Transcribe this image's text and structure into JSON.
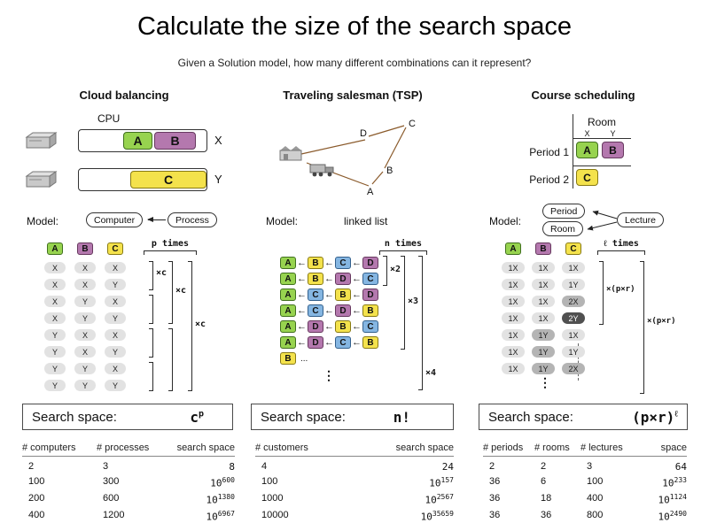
{
  "page": {
    "title": "Calculate the size of the search space",
    "subtitle": "Given a Solution model, how many different combinations can it represent?"
  },
  "chip_colors": {
    "green": {
      "bg": "#97d34f",
      "border": "#41701f"
    },
    "purple": {
      "bg": "#b478ae",
      "border": "#67395f"
    },
    "yellow": {
      "bg": "#f4e24c",
      "border": "#887a14"
    },
    "blue": {
      "bg": "#85b6e2",
      "border": "#33608c"
    }
  },
  "cloud": {
    "header": "Cloud balancing",
    "cpu_label": "CPU",
    "machines": [
      {
        "label": "X",
        "chips": [
          {
            "text": "A",
            "color": "green"
          },
          {
            "text": "B",
            "color": "purple"
          }
        ]
      },
      {
        "label": "Y",
        "chips": [
          {
            "text": "C",
            "color": "yellow"
          }
        ]
      }
    ],
    "model_label": "Model:",
    "model_boxes": [
      "Computer",
      "Process"
    ],
    "grid_header": [
      {
        "text": "A",
        "color": "green"
      },
      {
        "text": "B",
        "color": "purple"
      },
      {
        "text": "C",
        "color": "yellow"
      }
    ],
    "grid_rows": [
      [
        "X",
        "X",
        "X"
      ],
      [
        "X",
        "X",
        "Y"
      ],
      [
        "X",
        "Y",
        "X"
      ],
      [
        "X",
        "Y",
        "Y"
      ],
      [
        "Y",
        "X",
        "X"
      ],
      [
        "Y",
        "X",
        "Y"
      ],
      [
        "Y",
        "Y",
        "X"
      ],
      [
        "Y",
        "Y",
        "Y"
      ]
    ],
    "p_times": "p times",
    "multipliers": [
      "×c",
      "×c",
      "×c"
    ],
    "search_label": "Search space:",
    "formula": {
      "base": "c",
      "sup": "p"
    },
    "table": {
      "headers": [
        "# computers",
        "# processes",
        "search space"
      ],
      "rows": [
        {
          "cells": [
            "2",
            "3"
          ],
          "space": {
            "text": "8"
          }
        },
        {
          "cells": [
            "100",
            "300"
          ],
          "space": {
            "base": "10",
            "exp": "600"
          }
        },
        {
          "cells": [
            "200",
            "600"
          ],
          "space": {
            "base": "10",
            "exp": "1380"
          }
        },
        {
          "cells": [
            "400",
            "1200"
          ],
          "space": {
            "base": "10",
            "exp": "6967"
          }
        }
      ]
    }
  },
  "tsp": {
    "header": "Traveling salesman (TSP)",
    "map_nodes": [
      "A",
      "B",
      "C",
      "D"
    ],
    "model_label": "Model:",
    "model_value": "linked list",
    "arrow": "←",
    "colors": {
      "A": "green",
      "B": "yellow",
      "C": "blue",
      "D": "purple"
    },
    "chain_rows": [
      [
        "A",
        "B",
        "C",
        "D"
      ],
      [
        "A",
        "B",
        "D",
        "C"
      ],
      [
        "A",
        "C",
        "B",
        "D"
      ],
      [
        "A",
        "C",
        "D",
        "B"
      ],
      [
        "A",
        "D",
        "B",
        "C"
      ],
      [
        "A",
        "D",
        "C",
        "B"
      ]
    ],
    "last_row": {
      "chip": "B",
      "ellipsis": "..."
    },
    "vdots": "⋮",
    "n_times": "n times",
    "multipliers": [
      "×2",
      "×3",
      "×4"
    ],
    "search_label": "Search space:",
    "formula": {
      "base": "n!",
      "sup": ""
    },
    "table": {
      "headers": [
        "# customers",
        "search space"
      ],
      "rows": [
        {
          "cells": [
            "4"
          ],
          "space": {
            "text": "24"
          }
        },
        {
          "cells": [
            "100"
          ],
          "space": {
            "base": "10",
            "exp": "157"
          }
        },
        {
          "cells": [
            "1000"
          ],
          "space": {
            "base": "10",
            "exp": "2567"
          }
        },
        {
          "cells": [
            "10000"
          ],
          "space": {
            "base": "10",
            "exp": "35659"
          }
        }
      ]
    }
  },
  "course": {
    "header": "Course scheduling",
    "room_label": "Room",
    "room_cols": [
      "X",
      "Y"
    ],
    "periods": [
      {
        "label": "Period 1",
        "chips": [
          {
            "text": "A",
            "color": "green"
          },
          {
            "text": "B",
            "color": "purple"
          }
        ]
      },
      {
        "label": "Period 2",
        "chips": [
          {
            "text": "C",
            "color": "yellow"
          }
        ]
      }
    ],
    "model_label": "Model:",
    "model_boxes": [
      "Period",
      "Room",
      "Lecture"
    ],
    "grid_header": [
      {
        "text": "A",
        "color": "green"
      },
      {
        "text": "B",
        "color": "purple"
      },
      {
        "text": "C",
        "color": "yellow"
      }
    ],
    "grid_rows": [
      [
        {
          "t": "1X",
          "s": "l"
        },
        {
          "t": "1X",
          "s": "l"
        },
        {
          "t": "1X",
          "s": "l"
        }
      ],
      [
        {
          "t": "1X",
          "s": "l"
        },
        {
          "t": "1X",
          "s": "l"
        },
        {
          "t": "1Y",
          "s": "l"
        }
      ],
      [
        {
          "t": "1X",
          "s": "l"
        },
        {
          "t": "1X",
          "s": "l"
        },
        {
          "t": "2X",
          "s": "m"
        }
      ],
      [
        {
          "t": "1X",
          "s": "l"
        },
        {
          "t": "1X",
          "s": "l"
        },
        {
          "t": "2Y",
          "s": "d"
        }
      ],
      [
        {
          "t": "1X",
          "s": "l"
        },
        {
          "t": "1Y",
          "s": "m"
        },
        {
          "t": "1X",
          "s": "l"
        }
      ],
      [
        {
          "t": "1X",
          "s": "l"
        },
        {
          "t": "1Y",
          "s": "m"
        },
        {
          "t": "1Y",
          "s": "l"
        }
      ],
      [
        {
          "t": "1X",
          "s": "l"
        },
        {
          "t": "1Y",
          "s": "m"
        },
        {
          "t": "2X",
          "s": "m"
        }
      ]
    ],
    "vdots": "⋮",
    "l_times": "ℓ times",
    "multipliers": [
      "×(p×r)",
      "×(p×r)"
    ],
    "search_label": "Search space:",
    "formula": {
      "base": "(p×r)",
      "sup": "ℓ"
    },
    "table": {
      "headers": [
        "# periods",
        "# rooms",
        "# lectures",
        "space"
      ],
      "rows": [
        {
          "cells": [
            "2",
            "2",
            "3"
          ],
          "space": {
            "text": "64"
          }
        },
        {
          "cells": [
            "36",
            "6",
            "100"
          ],
          "space": {
            "base": "10",
            "exp": "233"
          }
        },
        {
          "cells": [
            "36",
            "18",
            "400"
          ],
          "space": {
            "base": "10",
            "exp": "1124"
          }
        },
        {
          "cells": [
            "36",
            "36",
            "800"
          ],
          "space": {
            "base": "10",
            "exp": "2490"
          }
        }
      ]
    }
  }
}
